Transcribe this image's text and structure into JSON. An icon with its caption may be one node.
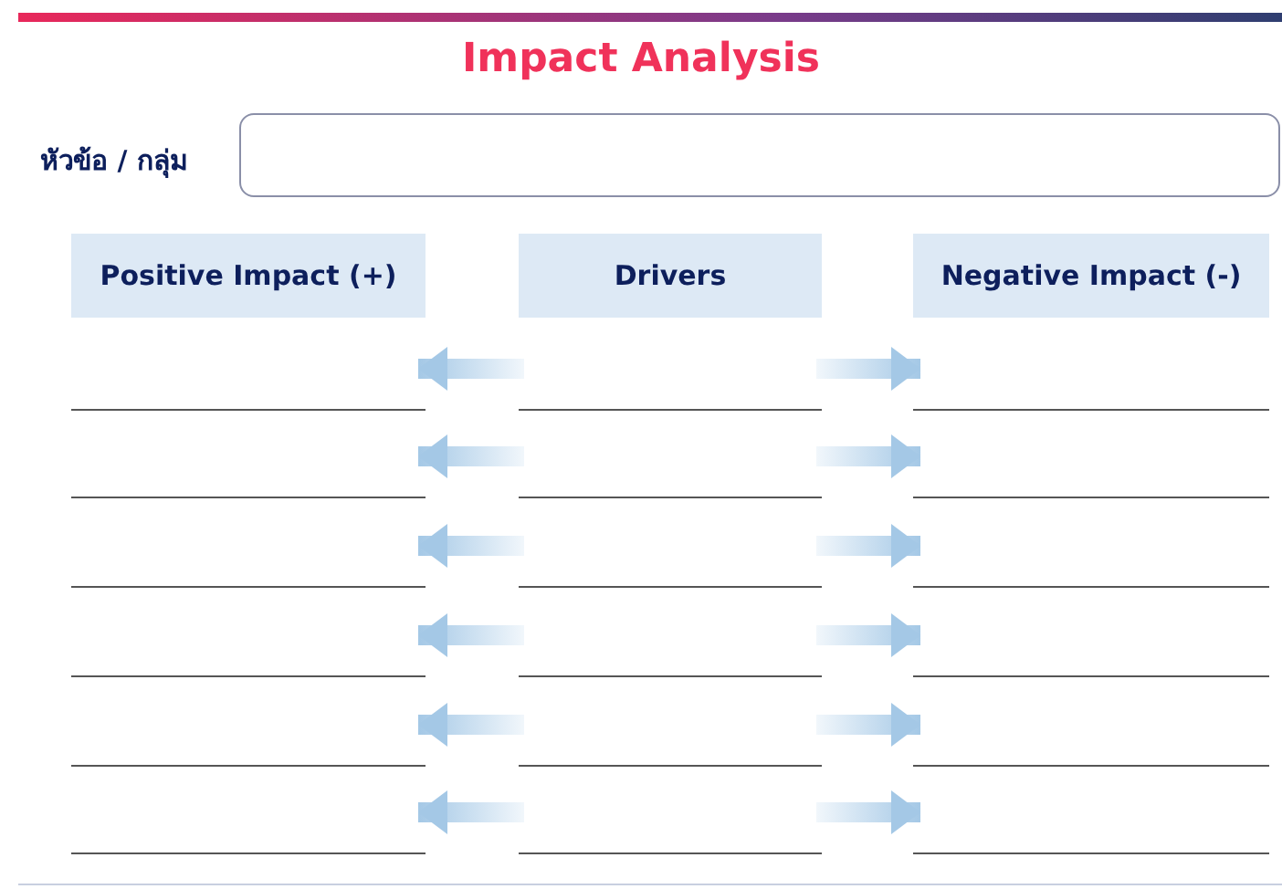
{
  "diagram": {
    "title": "Impact Analysis",
    "nodes": [
      {
        "text": [
          "หัวข้อ / กลุ่ม"
        ]
      },
      {
        "text": [
          "Positive Impact (+)"
        ]
      },
      {
        "text": [
          "Drivers"
        ]
      },
      {
        "text": [
          "Negative Impact (-)"
        ]
      },
      {
        "text": [],
        "shape": "line"
      },
      {
        "text": [],
        "shape": "line"
      },
      {
        "text": [],
        "shape": "line"
      },
      {
        "text": [],
        "shape": "line"
      },
      {
        "text": [],
        "shape": "line"
      },
      {
        "text": [],
        "shape": "line"
      },
      {
        "text": [],
        "shape": "line"
      },
      {
        "text": [],
        "shape": "line"
      },
      {
        "text": [],
        "shape": "line"
      },
      {
        "text": [],
        "shape": "line"
      },
      {
        "text": [],
        "shape": "line"
      },
      {
        "text": [],
        "shape": "line"
      },
      {
        "text": [],
        "shape": "line"
      },
      {
        "text": [],
        "shape": "line"
      },
      {
        "text": [],
        "shape": "line"
      },
      {
        "text": [],
        "shape": "line"
      },
      {
        "text": [],
        "shape": "line"
      },
      {
        "text": [],
        "shape": "line"
      }
    ],
    "edges": [
      {
        "from": 5,
        "to": 4,
        "arrow": "to"
      },
      {
        "from": 5,
        "to": 6,
        "arrow": "to"
      },
      {
        "from": 8,
        "to": 7,
        "arrow": "to"
      },
      {
        "from": 8,
        "to": 9,
        "arrow": "to"
      },
      {
        "from": 11,
        "to": 10,
        "arrow": "to"
      },
      {
        "from": 11,
        "to": 12,
        "arrow": "to"
      },
      {
        "from": 14,
        "to": 13,
        "arrow": "to"
      },
      {
        "from": 14,
        "to": 15,
        "arrow": "to"
      },
      {
        "from": 17,
        "to": 16,
        "arrow": "to"
      },
      {
        "from": 17,
        "to": 18,
        "arrow": "to"
      },
      {
        "from": 20,
        "to": 19,
        "arrow": "to"
      },
      {
        "from": 20,
        "to": 21,
        "arrow": "to"
      }
    ]
  }
}
